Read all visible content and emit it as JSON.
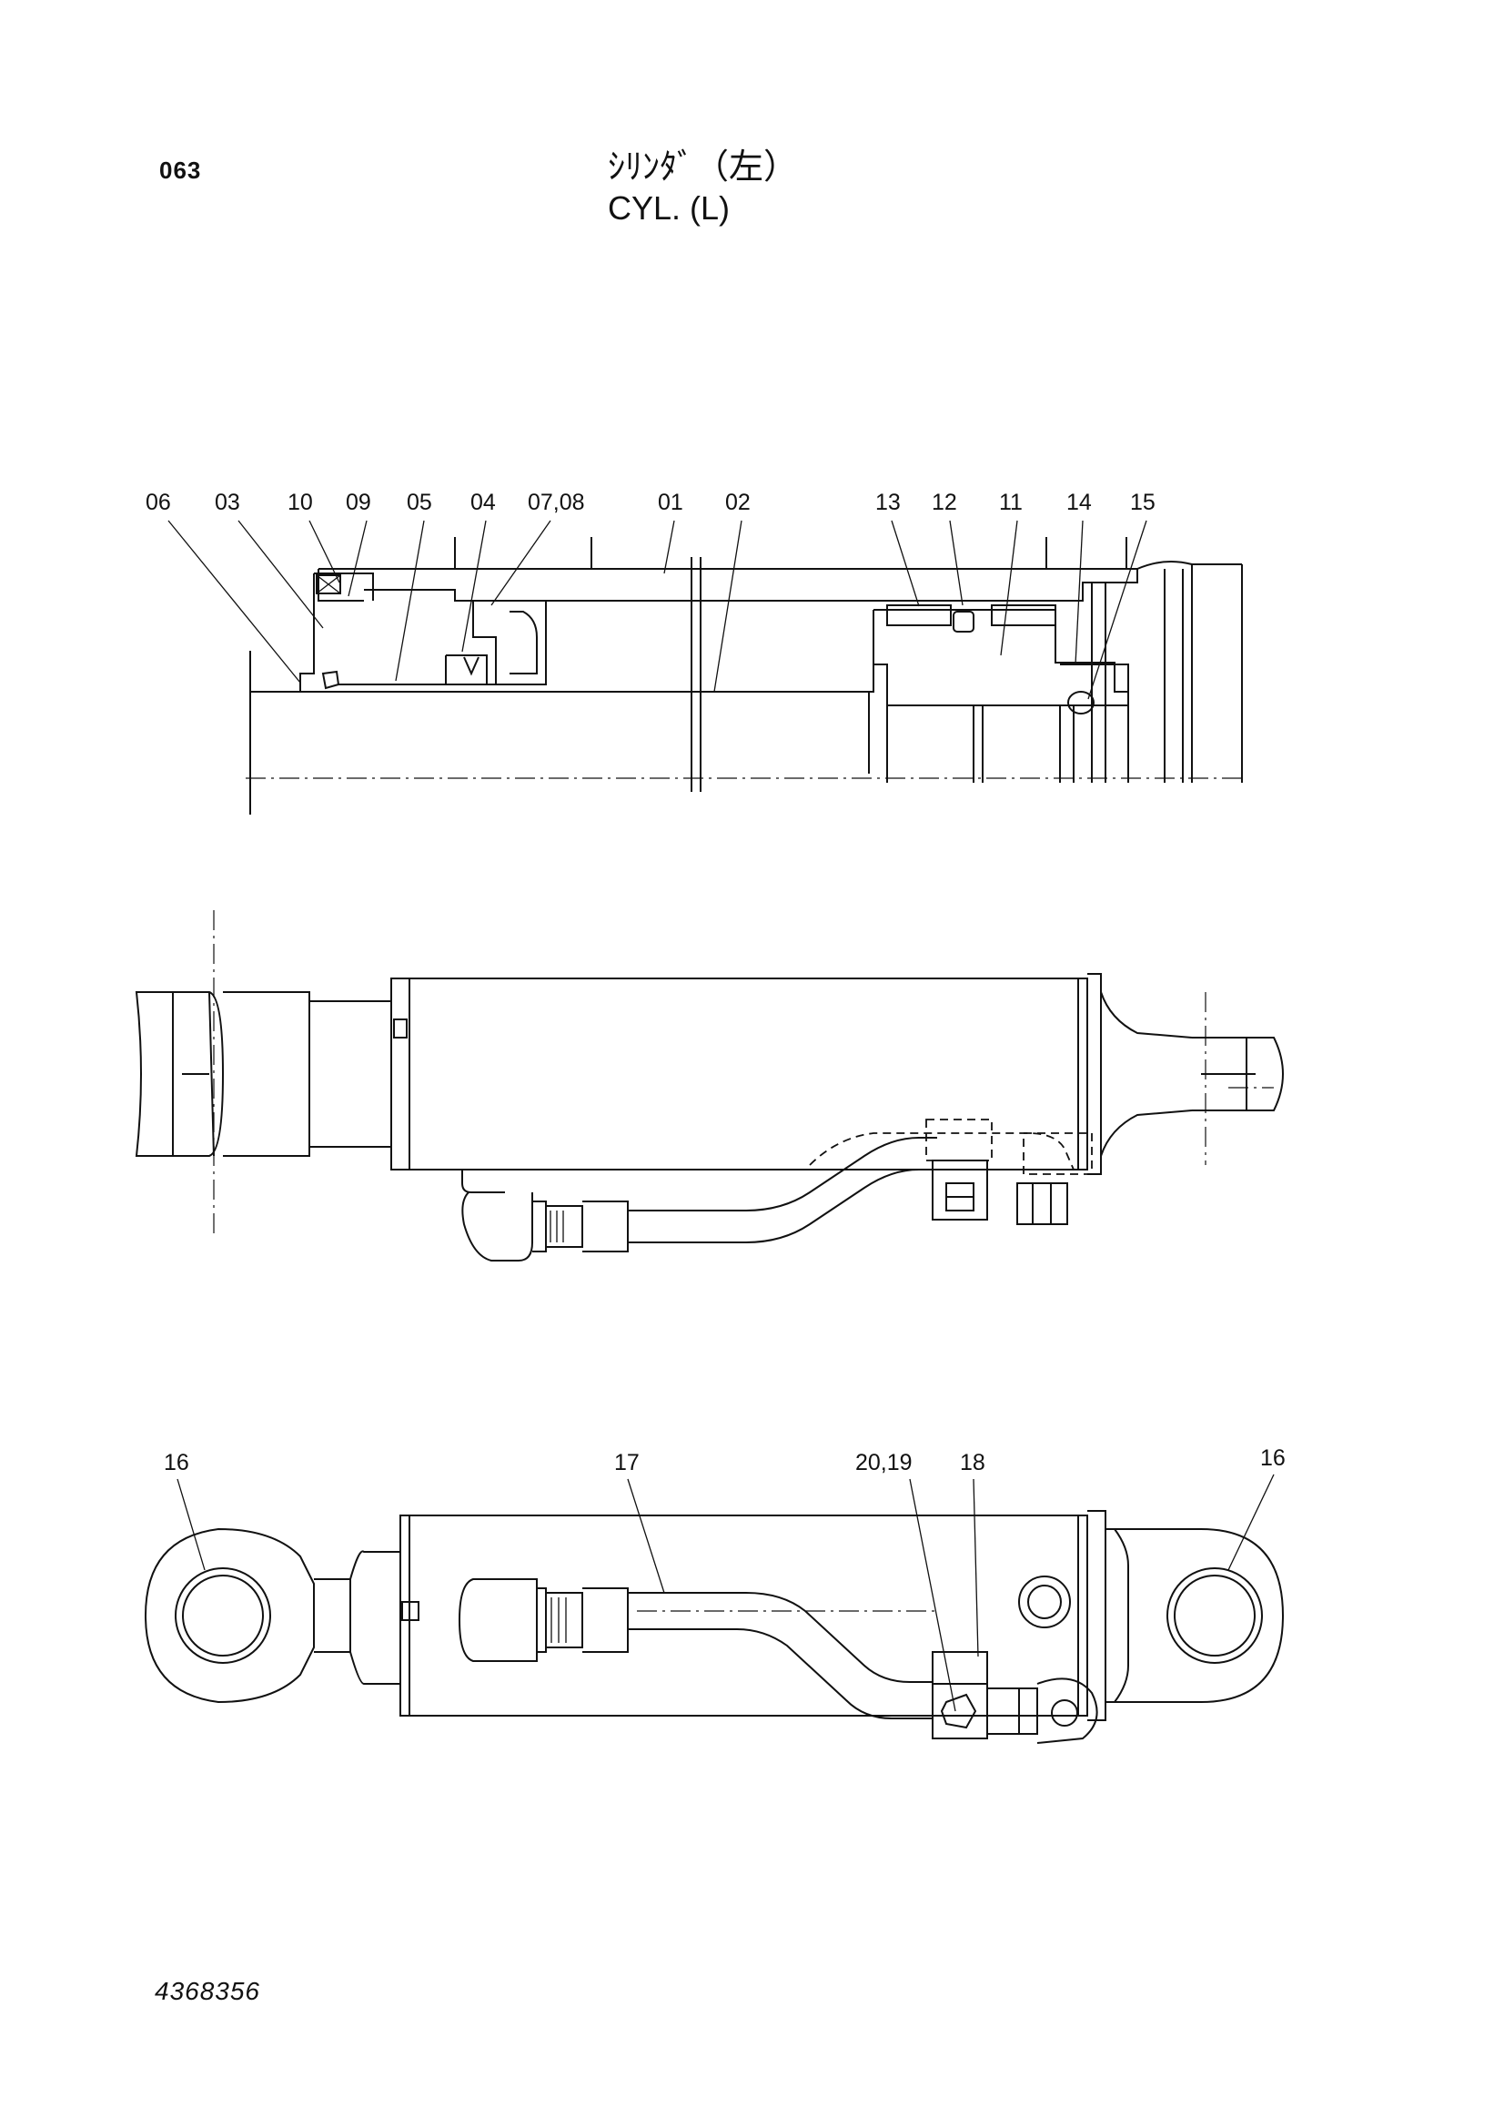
{
  "header": {
    "page_number": "063",
    "title_jp": "ｼﾘﾝﾀﾞ（左）",
    "title_en": "CYL. (L)"
  },
  "footer": {
    "part_code": "4368356"
  },
  "section_view_labels": [
    "06",
    "03",
    "10",
    "09",
    "05",
    "04",
    "07,08",
    "01",
    "02",
    "13",
    "12",
    "11",
    "14",
    "15"
  ],
  "plan_view_labels": [
    "16",
    "17",
    "20,19",
    "18",
    "16"
  ]
}
